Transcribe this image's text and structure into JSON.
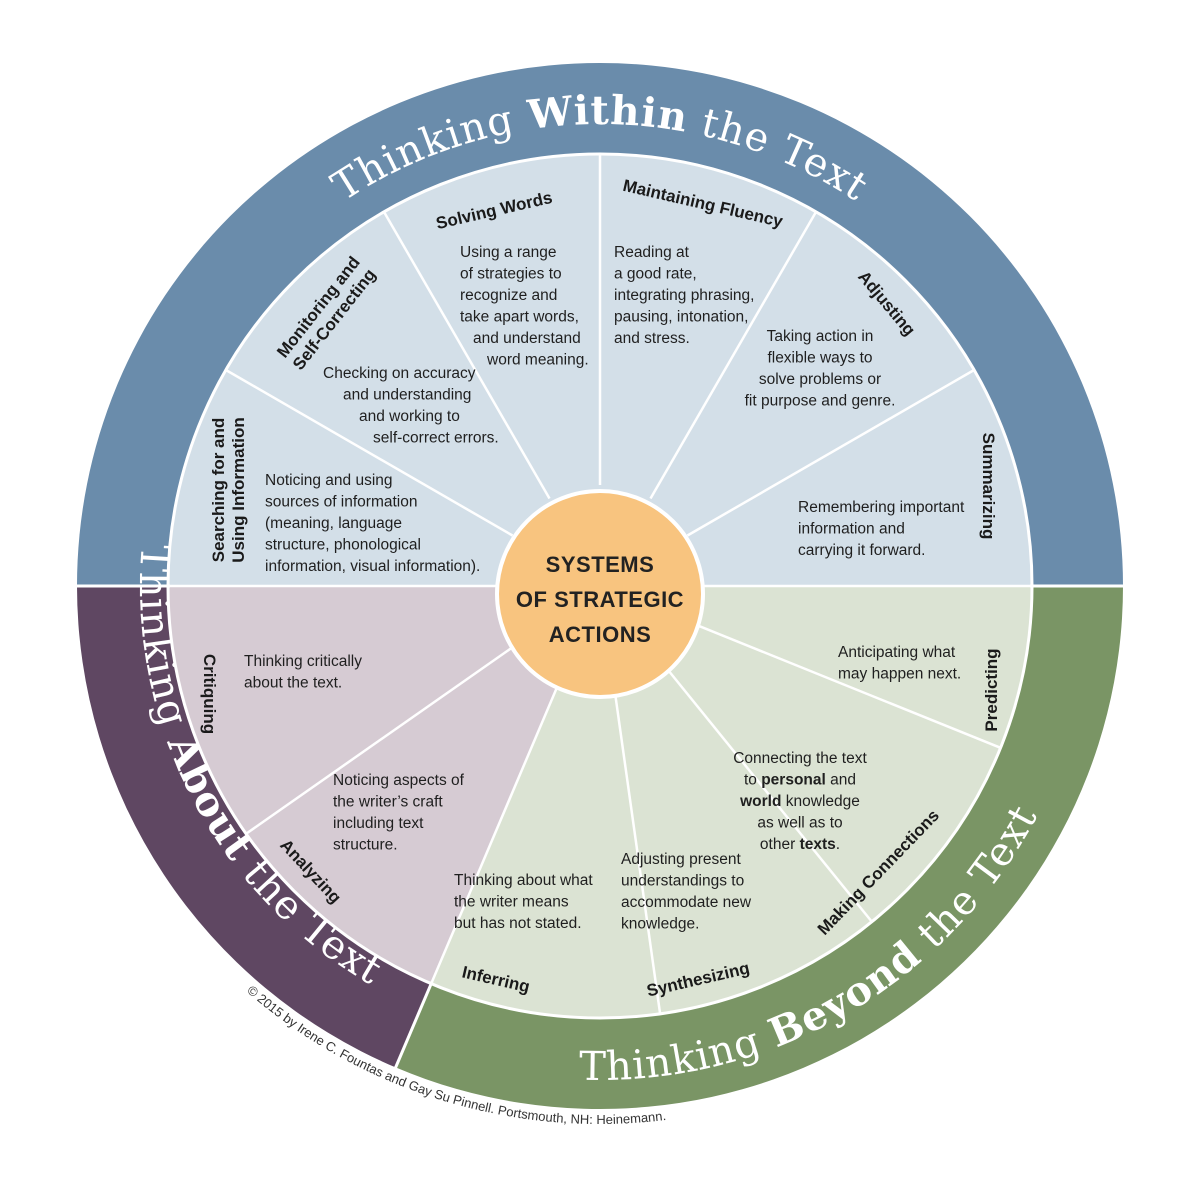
{
  "center": {
    "lines": [
      "SYSTEMS",
      "OF STRATEGIC",
      "ACTIONS"
    ]
  },
  "rings": {
    "within": {
      "pre": "Thinking ",
      "bold": "Within",
      "post": " the Text"
    },
    "beyond": {
      "pre": "Thinking ",
      "bold": "Beyond",
      "post": " the Text"
    },
    "about": {
      "pre": "Thinking ",
      "bold": "About",
      "post": " the Text"
    }
  },
  "segments": [
    {
      "id": "searching",
      "title_lines": [
        "Searching for and",
        "Using Information"
      ],
      "desc_lines": [
        [
          "Noticing and using"
        ],
        [
          "sources of information"
        ],
        [
          "(meaning, language"
        ],
        [
          "structure, phonological"
        ],
        [
          "information, visual information)."
        ]
      ]
    },
    {
      "id": "monitoring",
      "title_lines": [
        "Monitoring and",
        "Self-Correcting"
      ],
      "desc_lines": [
        [
          "Checking on accuracy"
        ],
        [
          "and understanding"
        ],
        [
          "and working to"
        ],
        [
          "self-correct errors."
        ]
      ]
    },
    {
      "id": "solving",
      "title_lines": [
        "Solving Words"
      ],
      "desc_lines": [
        [
          "Using a range"
        ],
        [
          "of strategies to"
        ],
        [
          "recognize and"
        ],
        [
          "take apart words,"
        ],
        [
          "and understand"
        ],
        [
          "word meaning."
        ]
      ]
    },
    {
      "id": "fluency",
      "title_lines": [
        "Maintaining Fluency"
      ],
      "desc_lines": [
        [
          "Reading at"
        ],
        [
          "a good rate,"
        ],
        [
          "integrating phrasing,"
        ],
        [
          "pausing, intonation,"
        ],
        [
          "and stress."
        ]
      ]
    },
    {
      "id": "adjusting",
      "title_lines": [
        "Adjusting"
      ],
      "desc_lines": [
        [
          "Taking action in"
        ],
        [
          "flexible ways to"
        ],
        [
          "solve problems or"
        ],
        [
          "fit purpose and genre."
        ]
      ]
    },
    {
      "id": "summarizing",
      "title_lines": [
        "Summarizing"
      ],
      "desc_lines": [
        [
          "Remembering important"
        ],
        [
          "information and"
        ],
        [
          "carrying it forward."
        ]
      ]
    },
    {
      "id": "predicting",
      "title_lines": [
        "Predicting"
      ],
      "desc_lines": [
        [
          "Anticipating what"
        ],
        [
          "may happen next."
        ]
      ]
    },
    {
      "id": "connections",
      "title_lines": [
        "Making Connections"
      ],
      "desc_lines": [
        [
          "Connecting the text"
        ],
        [
          "to ",
          "personal",
          " and"
        ],
        [
          "",
          "world",
          " knowledge"
        ],
        [
          "as well as to"
        ],
        [
          "other ",
          "texts",
          "."
        ]
      ]
    },
    {
      "id": "synthesizing",
      "title_lines": [
        "Synthesizing"
      ],
      "desc_lines": [
        [
          "Adjusting present"
        ],
        [
          "understandings to"
        ],
        [
          "accommodate new"
        ],
        [
          "knowledge."
        ]
      ]
    },
    {
      "id": "inferring",
      "title_lines": [
        "Inferring"
      ],
      "desc_lines": [
        [
          "Thinking about what"
        ],
        [
          "the writer means"
        ],
        [
          "but has not stated."
        ]
      ]
    },
    {
      "id": "analyzing",
      "title_lines": [
        "Analyzing"
      ],
      "desc_lines": [
        [
          "Noticing aspects of"
        ],
        [
          "the writer’s craft"
        ],
        [
          "including text"
        ],
        [
          "structure."
        ]
      ]
    },
    {
      "id": "critiquing",
      "title_lines": [
        "Critiquing"
      ],
      "desc_lines": [
        [
          "Thinking critically"
        ],
        [
          "about the text."
        ]
      ]
    }
  ],
  "copyright": "© 2015 by Irene C. Fountas and Gay Su Pinnell. Portsmouth, NH: Heinemann.",
  "colors": {
    "within_ring": "#6a8cab",
    "within_fill": "#d3dfe8",
    "beyond_ring": "#7a9565",
    "beyond_fill": "#dbe3d3",
    "about_ring": "#5f4762",
    "about_fill": "#d6cbd3",
    "hub": "#f8c47f",
    "hub_stroke": "#ffffff"
  }
}
